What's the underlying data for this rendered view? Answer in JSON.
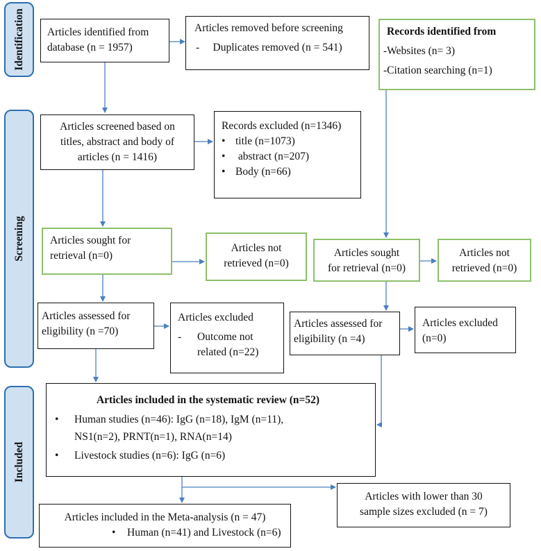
{
  "stages": {
    "identification": "Identification",
    "screening": "Screening",
    "included": "Included"
  },
  "boxes": {
    "identified": [
      "Articles identified from",
      "database (n = 1957)"
    ],
    "removed": {
      "title": "Articles removed before screening",
      "items": [
        "Duplicates removed (n = 541)"
      ]
    },
    "other_records": {
      "title": "Records identified from",
      "items": [
        "Websites (n= 3)",
        "Citation searching (n=1)"
      ]
    },
    "screened": [
      "Articles screened based on",
      "titles, abstract and body of",
      "articles (n = 1416)"
    ],
    "excluded_records": {
      "title": "Records excluded (n=1346)",
      "items": [
        "title (n=1073)",
        " abstract (n=207)",
        "Body (n=66)"
      ]
    },
    "sought_left": [
      "Articles sought for",
      "retrieval (n=0)"
    ],
    "not_retrieved_left": [
      "Articles not",
      "retrieved (n=0)"
    ],
    "sought_right": [
      "Articles sought",
      "for retrieval (n=0)"
    ],
    "not_retrieved_right": [
      "Articles not",
      "retrieved (n=0)"
    ],
    "assessed_left": [
      "Articles assessed for",
      "eligibility (n =70)"
    ],
    "excluded_left": {
      "title": "Articles excluded",
      "items": [
        "Outcome not",
        "related (n=22)"
      ]
    },
    "assessed_right": [
      "Articles assessed for",
      "eligibility (n =4)"
    ],
    "excluded_right": [
      "Articles excluded",
      "(n=0)"
    ],
    "systematic": {
      "title": "Articles included in the systematic review (n=52)",
      "human": [
        "Human studies (n=46): IgG (n=18), IgM (n=11),",
        "NS1(n=2), PRNT(n=1), RNA(n=14)"
      ],
      "livestock": "Livestock studies (n=6): IgG (n=6)"
    },
    "lower_than_30": [
      "Articles with lower than 30",
      "sample sizes excluded (n = 7)"
    ],
    "meta": {
      "title": "Articles included in the Meta-analysis (n = 47)",
      "item": "Human (n=41) and Livestock (n=6)"
    }
  },
  "colors": {
    "arrow": "#4a7fc1",
    "green_border": "#8cc06a",
    "stage_fill": "#cfe0f0",
    "stage_border": "#2d6fb3"
  }
}
